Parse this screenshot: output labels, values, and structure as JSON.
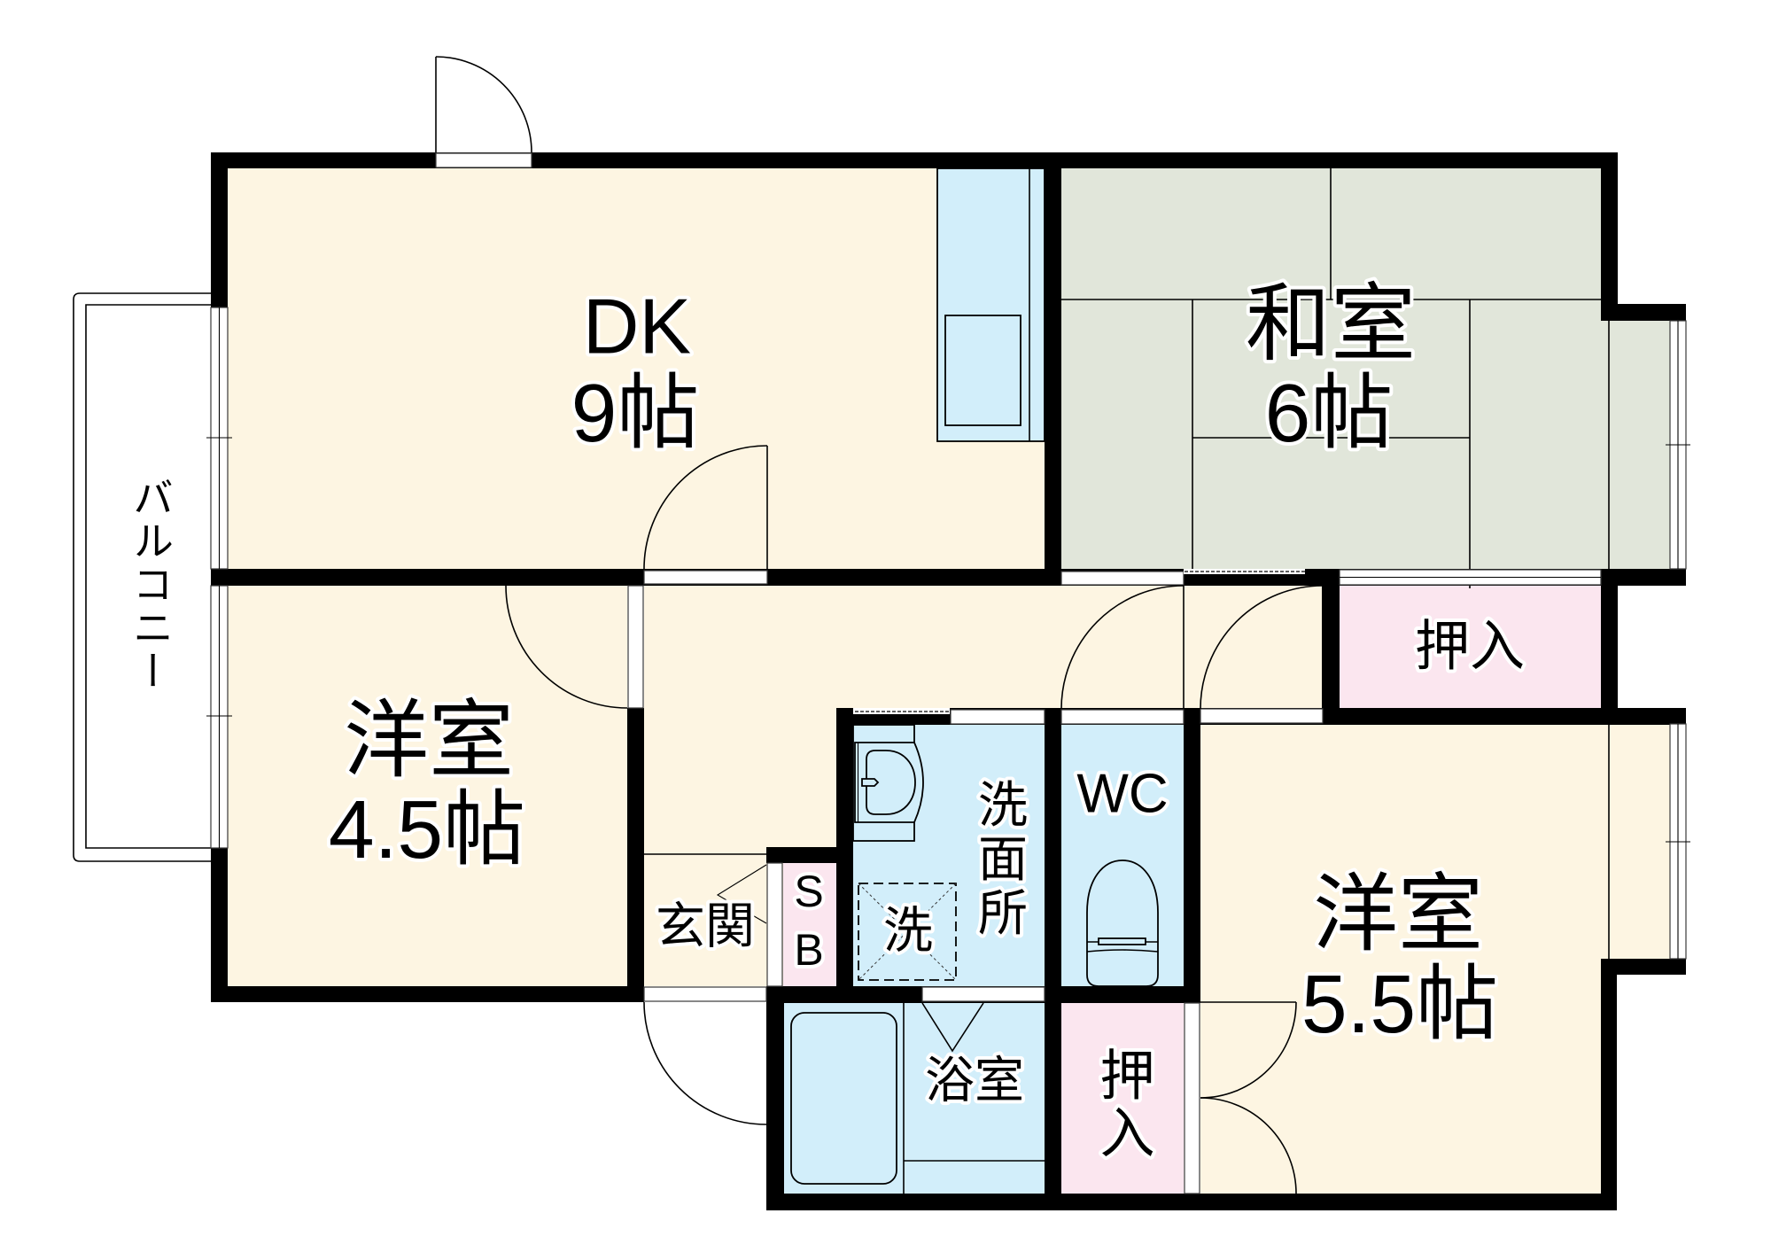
{
  "colors": {
    "wall": "#000000",
    "floor_cream": "#FDF5E2",
    "wet_blue": "#D2EEFA",
    "closet_pink": "#FBE6EF",
    "tatami_green": "#E1E6DA",
    "opening_white": "#FFFFFF"
  },
  "rooms": {
    "dk": {
      "name": "DK",
      "size": "9帖"
    },
    "washitsu": {
      "name": "和室",
      "size": "6帖"
    },
    "western_4_5": {
      "name": "洋室",
      "size": "4.5帖"
    },
    "western_5_5": {
      "name": "洋室",
      "size": "5.5帖"
    },
    "closet_upper": {
      "name": "押入"
    },
    "closet_lower": {
      "name": "押入"
    },
    "bathroom": {
      "name": "浴室"
    },
    "toilet": {
      "name": "WC"
    },
    "washroom": {
      "name": "洗面所"
    },
    "washer_space": {
      "name": "洗"
    },
    "entrance": {
      "name": "玄関"
    },
    "shoe_box": {
      "name": "SB"
    },
    "balcony": {
      "name": "バルコニー"
    }
  }
}
